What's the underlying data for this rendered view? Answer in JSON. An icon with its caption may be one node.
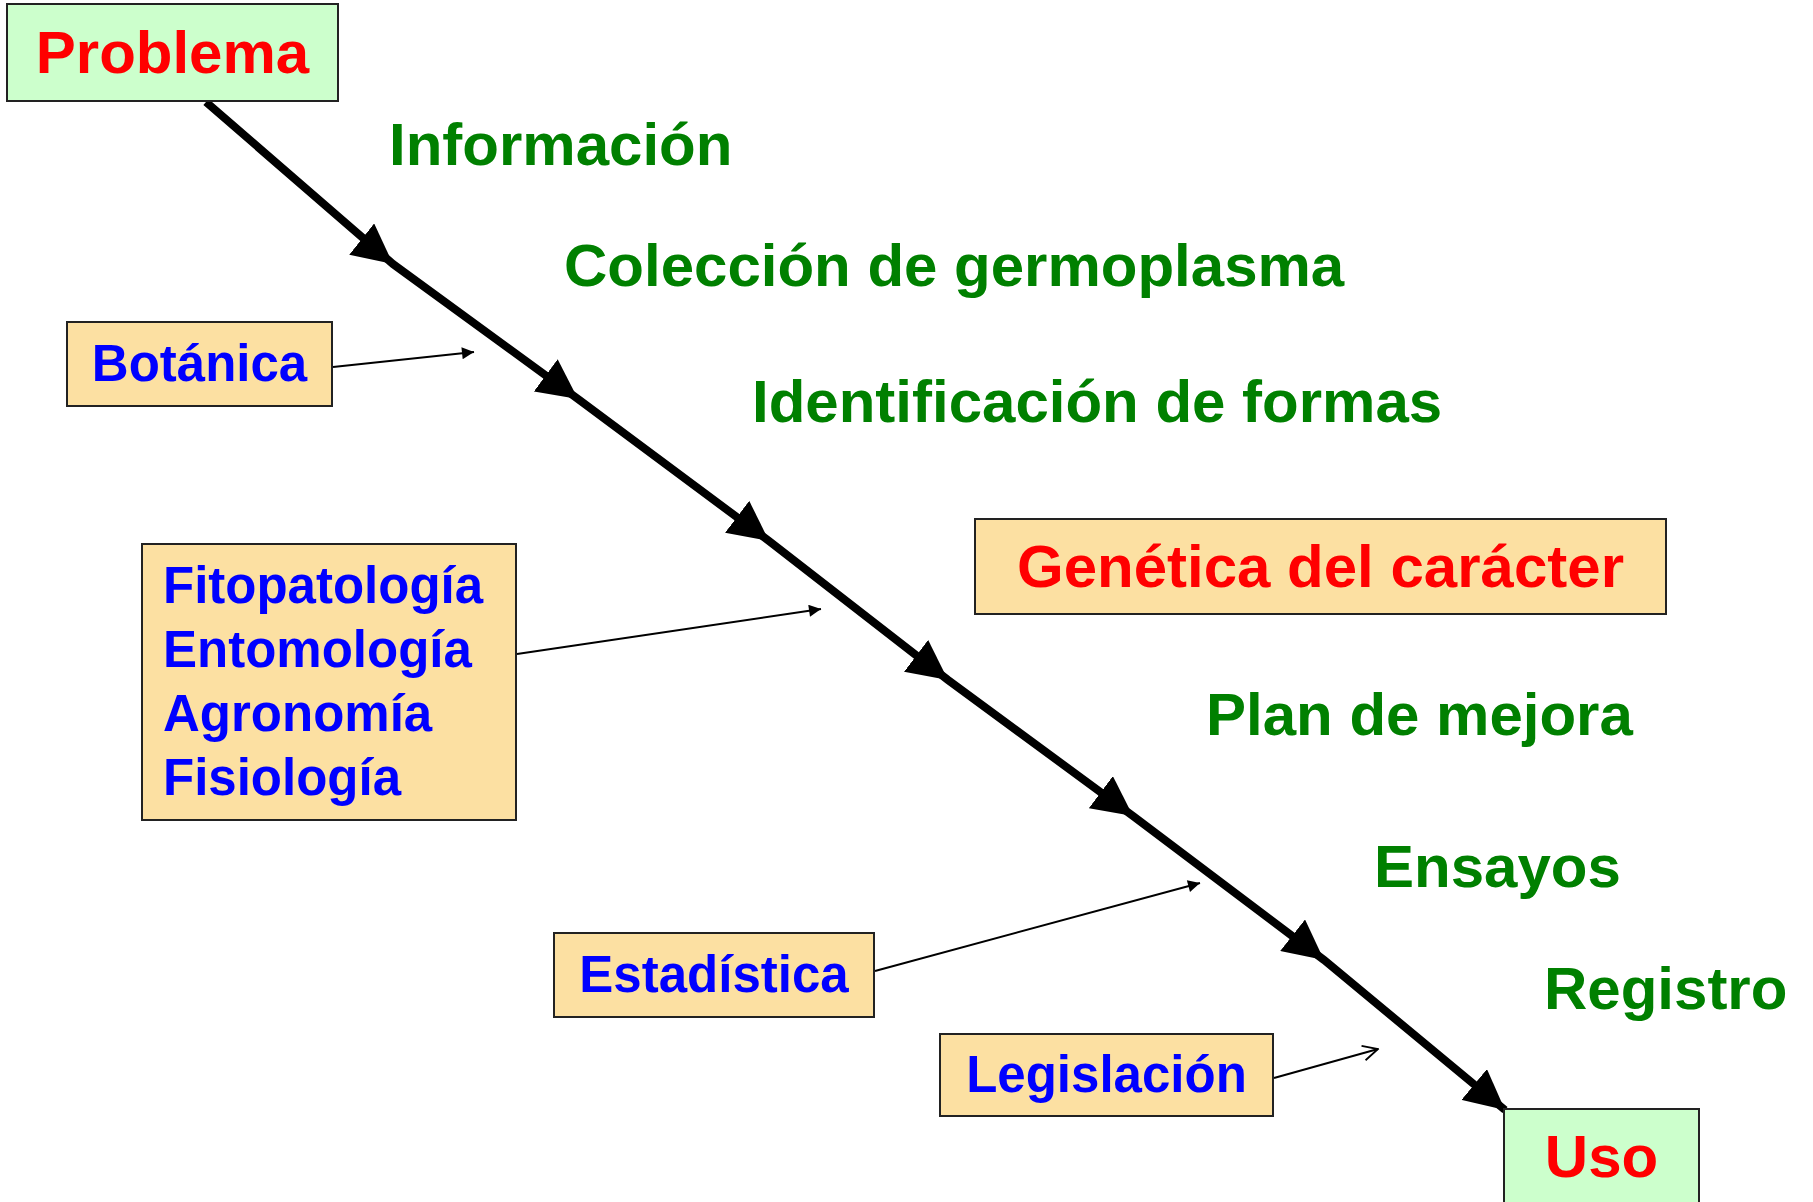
{
  "diagram": {
    "nodes": [
      {
        "text": [
          "Problema"
        ]
      },
      {
        "text": [
          "Botánica"
        ]
      },
      {
        "text": [
          "Fitopatología",
          "Entomología",
          "Agronomía",
          "Fisiología"
        ]
      },
      {
        "text": [
          "Genética del carácter"
        ]
      },
      {
        "text": [
          "Estadística"
        ]
      },
      {
        "text": [
          "Legislación"
        ]
      },
      {
        "text": [
          "Uso"
        ]
      }
    ],
    "edges": [
      {
        "from": 0,
        "to": 6,
        "arrow": "to",
        "style": "thick"
      },
      {
        "from": 1,
        "to": null,
        "arrow": "to"
      },
      {
        "from": 2,
        "to": null,
        "arrow": "to"
      },
      {
        "from": 4,
        "to": null,
        "arrow": "to"
      },
      {
        "from": 5,
        "to": null,
        "arrow": "to"
      }
    ],
    "labels": [
      "Información",
      "Colección de germoplasma",
      "Identificación de formas",
      "Plan de mejora",
      "Ensayos",
      "Registro"
    ]
  }
}
